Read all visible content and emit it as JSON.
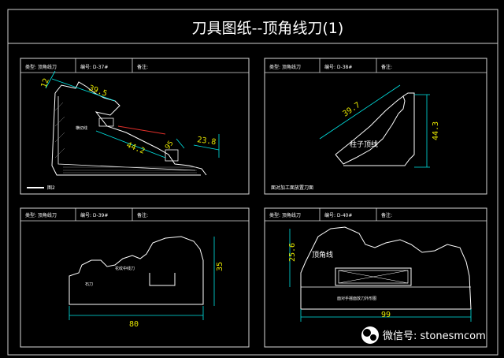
{
  "title": "刀具图纸--顶角线刀(1)",
  "watermark": "微信号: stonesmcom",
  "panels": [
    {
      "type_label": "类型: 顶角线刀",
      "code_label": "编号: D-37#",
      "note_label": "备注:",
      "dims": [
        "39.5",
        "12",
        "44.2",
        "95",
        "23.8"
      ],
      "inner_label": "横切线",
      "scale_label": "图2"
    },
    {
      "type_label": "类型: 顶角线刀",
      "code_label": "编号: D-38#",
      "note_label": "备注:",
      "dims": [
        "39.7",
        "44.3"
      ],
      "inner_label": "柱子顶线",
      "footer_text": "面对加工面放置刀面"
    },
    {
      "type_label": "类型: 顶角线刀",
      "code_label": "编号: D-39#",
      "note_label": "备注:",
      "dims": [
        "80",
        "35"
      ],
      "inner_label": "花纹中线刀",
      "side_label": "石刀"
    },
    {
      "type_label": "类型: 顶角线刀",
      "code_label": "编号: D-40#",
      "note_label": "备注:",
      "dims": [
        "99",
        "25.6"
      ],
      "inner_label": "顶角线",
      "footer_text": "面对手摇面放刀外形图"
    }
  ],
  "colors": {
    "background": "#000000",
    "frame": "#ffffff",
    "dimension": "#00e5e5",
    "dim_text": "#e6e600",
    "title": "#ffffff"
  }
}
